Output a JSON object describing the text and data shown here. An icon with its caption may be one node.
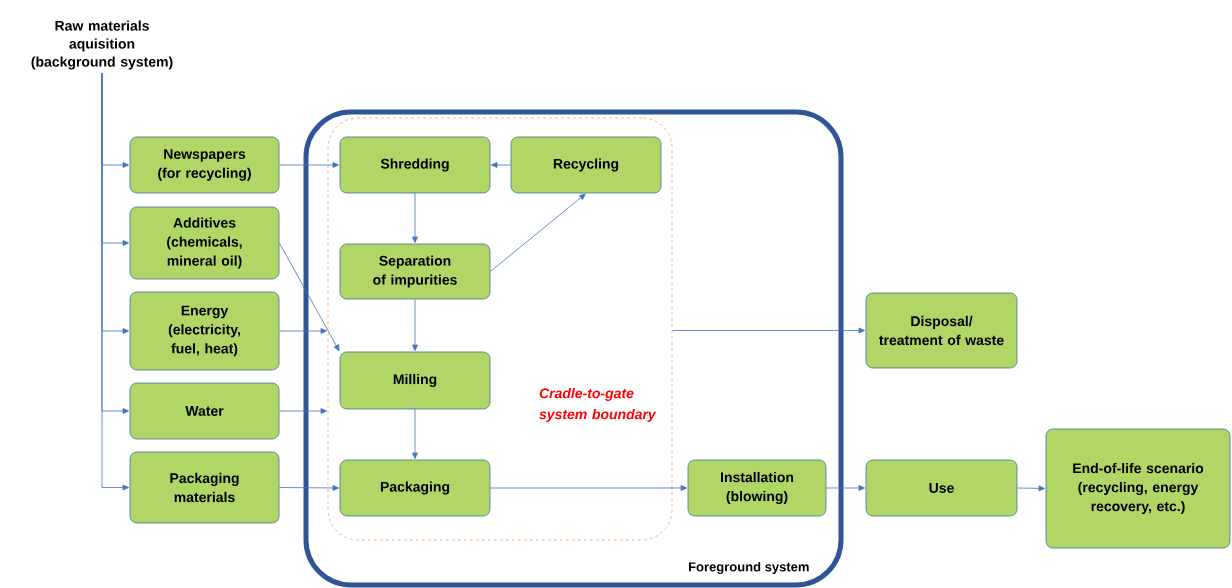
{
  "diagram": {
    "nodes": [
      {
        "text": [
          "Raw materials aquisition (background system)"
        ]
      },
      {
        "text": [
          "Foreground system"
        ]
      },
      {
        "text": [
          "Cradle-to-gate system boundary"
        ],
        "in": 1
      },
      {
        "text": [
          "Newspapers (for recycling)"
        ]
      },
      {
        "text": [
          "Additives (chemicals, mineral oil)"
        ]
      },
      {
        "text": [
          "Energy (electricity, fuel, heat)"
        ]
      },
      {
        "text": [
          "Water"
        ]
      },
      {
        "text": [
          "Packaging materials"
        ]
      },
      {
        "text": [
          "Shredding"
        ],
        "in": 2
      },
      {
        "text": [
          "Recycling"
        ],
        "in": 2
      },
      {
        "text": [
          "Separation of impurities"
        ],
        "in": 2
      },
      {
        "text": [
          "Milling"
        ],
        "in": 2
      },
      {
        "text": [
          "Packaging"
        ],
        "in": 2
      },
      {
        "text": [
          "Installation (blowing)"
        ],
        "in": 1
      },
      {
        "text": [
          "Disposal/ treatment of waste"
        ]
      },
      {
        "text": [
          "Use"
        ]
      },
      {
        "text": [
          "End-of-life scenario (recycling, energy recovery, etc.)"
        ]
      }
    ],
    "edges": [
      {
        "from": 0,
        "to": 3,
        "arrow": "to"
      },
      {
        "from": 0,
        "to": 4,
        "arrow": "to"
      },
      {
        "from": 0,
        "to": 5,
        "arrow": "to"
      },
      {
        "from": 0,
        "to": 6,
        "arrow": "to"
      },
      {
        "from": 0,
        "to": 7,
        "arrow": "to"
      },
      {
        "from": 3,
        "to": 8,
        "arrow": "to"
      },
      {
        "from": 9,
        "to": 8,
        "arrow": "to"
      },
      {
        "from": 8,
        "to": 10,
        "arrow": "to"
      },
      {
        "from": 10,
        "to": 9,
        "arrow": "to"
      },
      {
        "from": 4,
        "to": 11,
        "arrow": "to"
      },
      {
        "from": 5,
        "to": 2,
        "arrow": "to"
      },
      {
        "from": 6,
        "to": 2,
        "arrow": "to"
      },
      {
        "from": 7,
        "to": 12,
        "arrow": "to"
      },
      {
        "from": 10,
        "to": 11,
        "arrow": "to"
      },
      {
        "from": 11,
        "to": 12,
        "arrow": "to"
      },
      {
        "from": 12,
        "to": 13,
        "arrow": "to"
      },
      {
        "from": 2,
        "to": 14,
        "arrow": "to"
      },
      {
        "from": 13,
        "to": 15,
        "arrow": "to"
      },
      {
        "from": 15,
        "to": 16,
        "arrow": "to"
      }
    ]
  }
}
